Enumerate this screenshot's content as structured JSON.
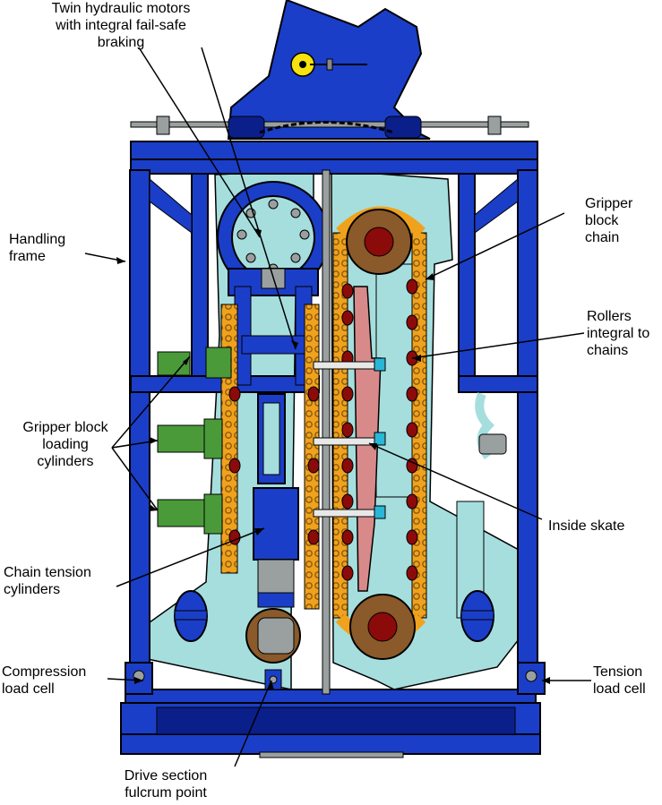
{
  "colors": {
    "frame_blue": "#1b3ec8",
    "frame_blue_dark": "#0b1f8a",
    "body_cyan": "#a6dede",
    "chain_orange": "#f0a21c",
    "sprocket_brown": "#8a5a2a",
    "sprocket_hub": "#8b0a0a",
    "cylinder_green": "#4a9a3a",
    "skate_pink": "#d88a8a",
    "block_gray": "#9aa0a0",
    "yellow": "#f5e20f"
  },
  "labels": {
    "motors": "Twin hydraulic motors\nwith integral fail-safe\nbraking",
    "handling_frame": "Handling\nframe",
    "gripper_chain": "Gripper\nblock\nchain",
    "rollers": "Rollers\nintegral to\nchains",
    "gripper_cylinders": "Gripper block\nloading\ncylinders",
    "inside_skate": "Inside skate",
    "chain_tension": "Chain tension\ncylinders",
    "compression_cell": "Compression\nload cell",
    "tension_cell": "Tension\nload cell",
    "fulcrum": "Drive section\nfulcrum point"
  }
}
